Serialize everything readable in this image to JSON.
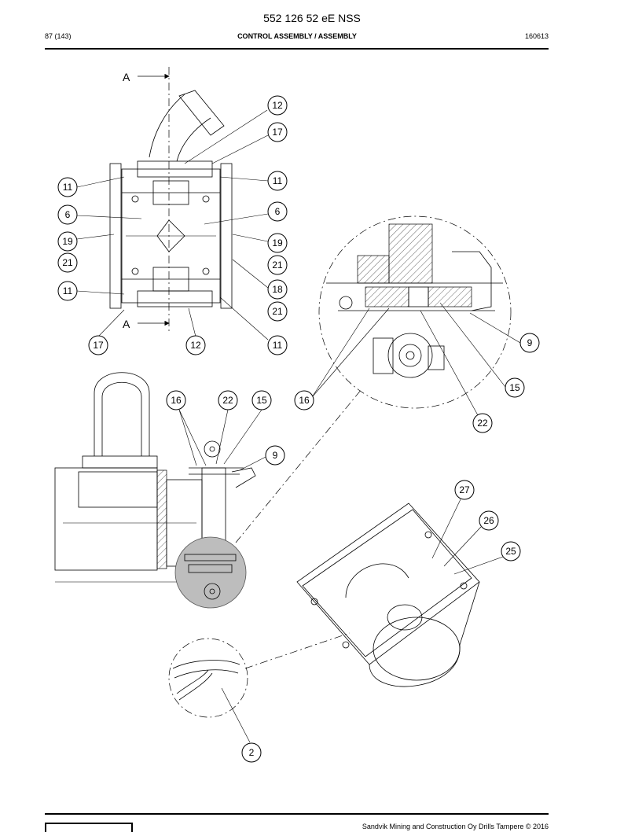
{
  "header": {
    "doc_id": "552 126 52 eE NSS",
    "page": "87 (143)",
    "title": "CONTROL ASSEMBLY / ASSEMBLY",
    "date_code": "160613"
  },
  "footer": {
    "copyright": "Sandvik Mining and Construction Oy Drills Tampere © 2016"
  },
  "section": {
    "label_top": "A",
    "label_bottom": "A"
  },
  "callouts": {
    "top_view": [
      "12",
      "17",
      "11",
      "11",
      "6",
      "6",
      "19",
      "19",
      "21",
      "21",
      "11",
      "18",
      "21",
      "17",
      "12",
      "11"
    ],
    "detail": [
      "9",
      "15",
      "22",
      "16"
    ],
    "side_view": [
      "16",
      "22",
      "15",
      "9"
    ],
    "iso_view": [
      "27",
      "26",
      "25"
    ],
    "seal_detail": [
      "2"
    ]
  }
}
